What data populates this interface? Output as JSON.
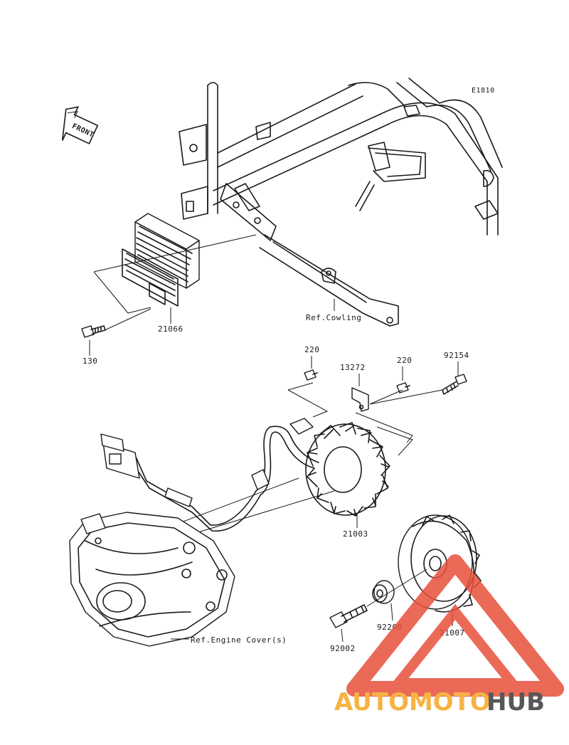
{
  "diagram": {
    "code": "E1810",
    "front_arrow_text": "FRONT",
    "ref_labels": {
      "cowling": "Ref.Cowling",
      "engine_cover": "Ref.Engine Cover(s)"
    },
    "parts": {
      "p21066": "21066",
      "p130": "130",
      "p220a": "220",
      "p13272": "13272",
      "p220b": "220",
      "p92154": "92154",
      "p21003": "21003",
      "p92200": "92200",
      "p21007": "21007",
      "p92002": "92002"
    }
  },
  "watermark": {
    "part1": "AUTOMOTO",
    "part2": "HUB",
    "color_orange": "#f5a623",
    "color_red": "#e8503a",
    "color_gray": "#3a3a3a"
  }
}
